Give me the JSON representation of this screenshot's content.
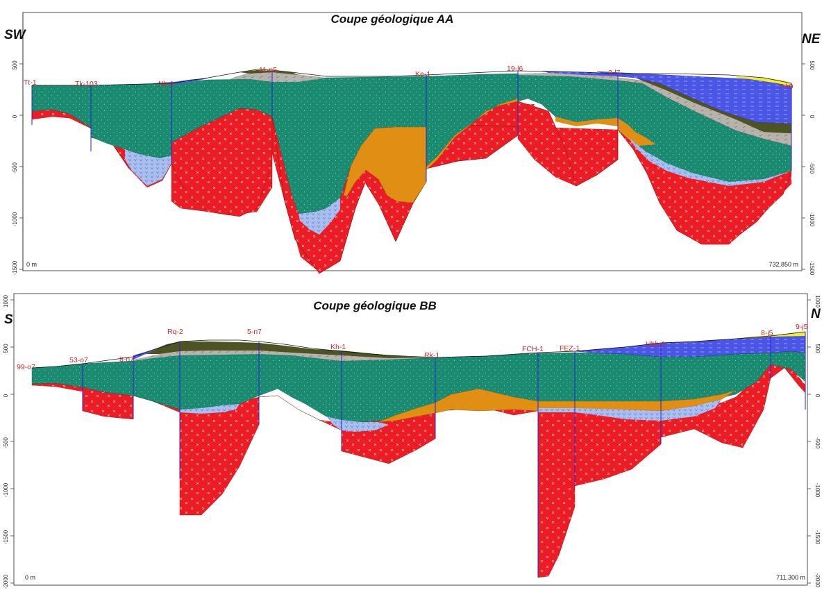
{
  "colors": {
    "volcanic_red": "#ed1c24",
    "teal": "#1a8a70",
    "orange": "#e08e14",
    "light_blue": "#a9bff0",
    "gray": "#b7b2ab",
    "dark_olive": "#4d5322",
    "blue": "#4b55e6",
    "yellow": "#f3ee30",
    "well_line": "#2424d9",
    "well_label": "#c8282a"
  },
  "panels": [
    {
      "id": "aa",
      "title": "Coupe géologique AA",
      "left_dir": "SW",
      "right_dir": "NE",
      "start_label": "0 m",
      "end_label": "732,850 m",
      "tick_labels": [
        "500",
        "0",
        "-500",
        "-1000",
        "-1500"
      ],
      "wells": [
        "Tt-1",
        "Tk-103",
        "Nb-1",
        "11-n5",
        "Ke-1",
        "19-l6",
        "2-l7",
        "7-k9"
      ]
    },
    {
      "id": "bb",
      "title": "Coupe géologique BB",
      "left_dir": "S",
      "right_dir": "N",
      "start_label": "0 m",
      "end_label": "711,300 m",
      "tick_labels": [
        "1000",
        "500",
        "0",
        "-500",
        "-1000",
        "-1500",
        "-2000"
      ],
      "wells": [
        "99-o7",
        "53-o7",
        "8-n7",
        "Rq-2",
        "5-n7",
        "Kh-1",
        "Rk-1",
        "FCH-1",
        "FEZ-1",
        "Hbb-1",
        "8-j5",
        "9-j5"
      ]
    }
  ]
}
